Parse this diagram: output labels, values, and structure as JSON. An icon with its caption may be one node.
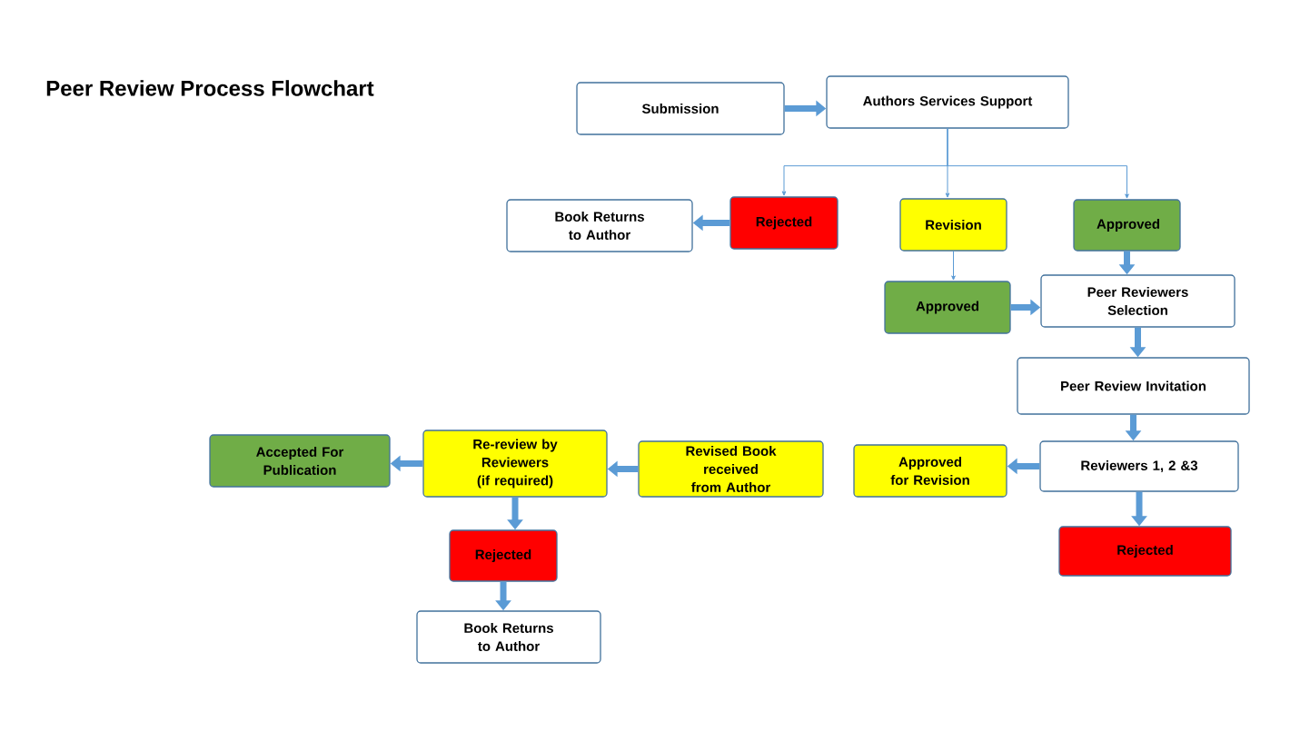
{
  "diagram": {
    "title": "Peer Review Process Flowchart",
    "nodes": [
      {
        "text": [
          "Submission"
        ]
      },
      {
        "text": [
          "Authors Services Support"
        ]
      },
      {
        "text": [
          "Book Returns to Author"
        ]
      },
      {
        "text": [
          "Rejected"
        ]
      },
      {
        "text": [
          "Revision"
        ]
      },
      {
        "text": [
          "Approved"
        ]
      },
      {
        "text": [
          "Approved"
        ]
      },
      {
        "text": [
          "Peer Reviewers Selection"
        ]
      },
      {
        "text": [
          "Peer Review Invitation"
        ]
      },
      {
        "text": [
          "Accepted For Publication"
        ]
      },
      {
        "text": [
          "Re-review by Reviewers (if required)"
        ]
      },
      {
        "text": [
          "Revised Book received from Author"
        ]
      },
      {
        "text": [
          "Approved for Revision"
        ]
      },
      {
        "text": [
          "Reviewers 1, 2 &3"
        ]
      },
      {
        "text": [
          "Rejected"
        ]
      },
      {
        "text": [
          "Rejected"
        ]
      },
      {
        "text": [
          "Book Returns to Author"
        ]
      }
    ],
    "edges": [
      {
        "from": 0,
        "to": 1,
        "arrow": "to"
      },
      {
        "from": 1,
        "to": 3,
        "arrow": "to"
      },
      {
        "from": 1,
        "to": 4,
        "arrow": "to"
      },
      {
        "from": 1,
        "to": 5,
        "arrow": "to"
      },
      {
        "from": 3,
        "to": 2,
        "arrow": "to"
      },
      {
        "from": 4,
        "to": 6,
        "arrow": "to"
      },
      {
        "from": 5,
        "to": 7,
        "arrow": "to"
      },
      {
        "from": 6,
        "to": 7,
        "arrow": "to"
      },
      {
        "from": 7,
        "to": 8,
        "arrow": "to"
      },
      {
        "from": 8,
        "to": 13,
        "arrow": "to"
      },
      {
        "from": 13,
        "to": 12,
        "arrow": "to"
      },
      {
        "from": 13,
        "to": 15,
        "arrow": "to"
      },
      {
        "from": 11,
        "to": 10,
        "arrow": "to"
      },
      {
        "from": 10,
        "to": 9,
        "arrow": "to"
      },
      {
        "from": 10,
        "to": 14,
        "arrow": "to"
      },
      {
        "from": 14,
        "to": 16,
        "arrow": "to"
      }
    ]
  }
}
